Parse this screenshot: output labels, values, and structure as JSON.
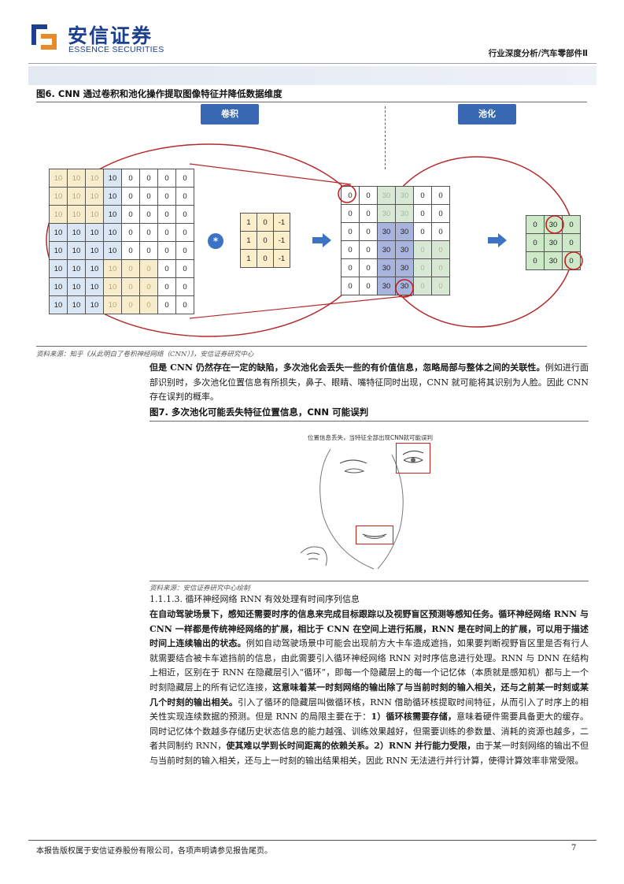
{
  "header": {
    "logo_cn": "安信证券",
    "logo_en": "ESSENCE SECURITIES",
    "category": "行业深度分析/汽车零部件Ⅱ"
  },
  "fig6": {
    "title": "图6. CNN 通过卷积和池化操作提取图像特征并降低数据维度",
    "label_conv": "卷积",
    "label_pool": "池化",
    "operator": "*",
    "input_grid": [
      [
        "10",
        "10",
        "10",
        "10",
        "0",
        "0",
        "0",
        "0"
      ],
      [
        "10",
        "10",
        "10",
        "10",
        "0",
        "0",
        "0",
        "0"
      ],
      [
        "10",
        "10",
        "10",
        "10",
        "0",
        "0",
        "0",
        "0"
      ],
      [
        "10",
        "10",
        "10",
        "10",
        "0",
        "0",
        "0",
        "0"
      ],
      [
        "10",
        "10",
        "10",
        "10",
        "0",
        "0",
        "0",
        "0"
      ],
      [
        "10",
        "10",
        "10",
        "10",
        "0",
        "0",
        "0",
        "0"
      ],
      [
        "10",
        "10",
        "10",
        "10",
        "0",
        "0",
        "0",
        "0"
      ],
      [
        "10",
        "10",
        "10",
        "10",
        "0",
        "0",
        "0",
        "0"
      ]
    ],
    "kernel": [
      [
        "1",
        "0",
        "-1"
      ],
      [
        "1",
        "0",
        "-1"
      ],
      [
        "1",
        "0",
        "-1"
      ]
    ],
    "feature_map": [
      [
        "0",
        "0",
        "30",
        "30",
        "0",
        "0"
      ],
      [
        "0",
        "0",
        "30",
        "30",
        "0",
        "0"
      ],
      [
        "0",
        "0",
        "30",
        "30",
        "0",
        "0"
      ],
      [
        "0",
        "0",
        "30",
        "30",
        "0",
        "0"
      ],
      [
        "0",
        "0",
        "30",
        "30",
        "0",
        "0"
      ],
      [
        "0",
        "0",
        "30",
        "30",
        "0",
        "0"
      ]
    ],
    "pooled": [
      [
        "0",
        "30",
        "0"
      ],
      [
        "0",
        "30",
        "0"
      ],
      [
        "0",
        "30",
        "0"
      ]
    ],
    "source": "资料来源：知乎《从此明白了卷积神经网络（CNN）》，安信证券研究中心"
  },
  "para1": {
    "bold": "但是 CNN 仍然存在一定的缺陷，多次池化会丢失一些的有价值信息，忽略局部与整体之间的关联性。",
    "normal": "例如进行面部识别时，多次池化位置信息有所损失，鼻子、眼睛、嘴特征同时出现，CNN 就可能将其识别为人脸。因此 CNN 存在误判的概率。"
  },
  "fig7": {
    "title": "图7. 多次池化可能丢失特征位置信息，CNN 可能误判",
    "caption": "位置信息丢失，当特征全部出现CNN就可能误判",
    "source": "资料来源：安信证券研究中心绘制"
  },
  "section": {
    "heading": "1.1.1.3. 循环神经网络 RNN 有效处理有时间序列信息",
    "p_lead_bold": "在自动驾驶场景下，感知还需要时序的信息来完成目标跟踪以及视野盲区预测等感知任务。循环神经网络 RNN 与 CNN 一样都是传统神经网络的扩展，相比于 CNN 在空间上进行拓展，RNN 是在时间上的扩展，可以用于描述时间上连续输出的状态。",
    "p_mid1": "例如自动驾驶场景中可能会出现前方大卡车造成遮挡，如果要判断视野盲区里是否有行人就需要结合被卡车遮挡前的信息，由此需要引入循环神经网络 RNN 对时序信息进行处理。RNN 与 DNN 在结构上相近，区别在于 RNN 在隐藏层引入“循环”，即每一个隐藏层上的每一个记忆体（本质就是感知机）都与上一个时刻隐藏层上的所有记忆连接，",
    "p_bold2": "这意味着某一时刻网络的输出除了与当前时刻的输入相关，还与之前某一时刻或某几个时刻的输出相关。",
    "p_mid2": "引入了循环的隐藏层叫做循环核，RNN 借助循环核提取时间特征，从而引入了时序上的相关性实现连续数据的预测。但是 RNN 的局限主要在于：",
    "p_bold3": "1）循环核需要存储，",
    "p_mid3": "意味着硬件需要具备更大的缓存。同时记忆体个数越多存储历史状态信息的能力越强、训练效果越好，但需要训练的参数量、消耗的资源也越多，二者共同制约 RNN，",
    "p_bold4": "使其难以学到长时间距离的依赖关系。2）RNN 并行能力受限，",
    "p_end": "由于某一时刻网络的输出不但与当前时刻的输入相关，还与上一时刻的输出结果相关，因此 RNN 无法进行并行计算，使得计算效率非常受限。"
  },
  "footer": {
    "disclaimer": "本报告版权属于安信证券股份有限公司，各项声明请参见报告尾页。",
    "page": "7"
  }
}
